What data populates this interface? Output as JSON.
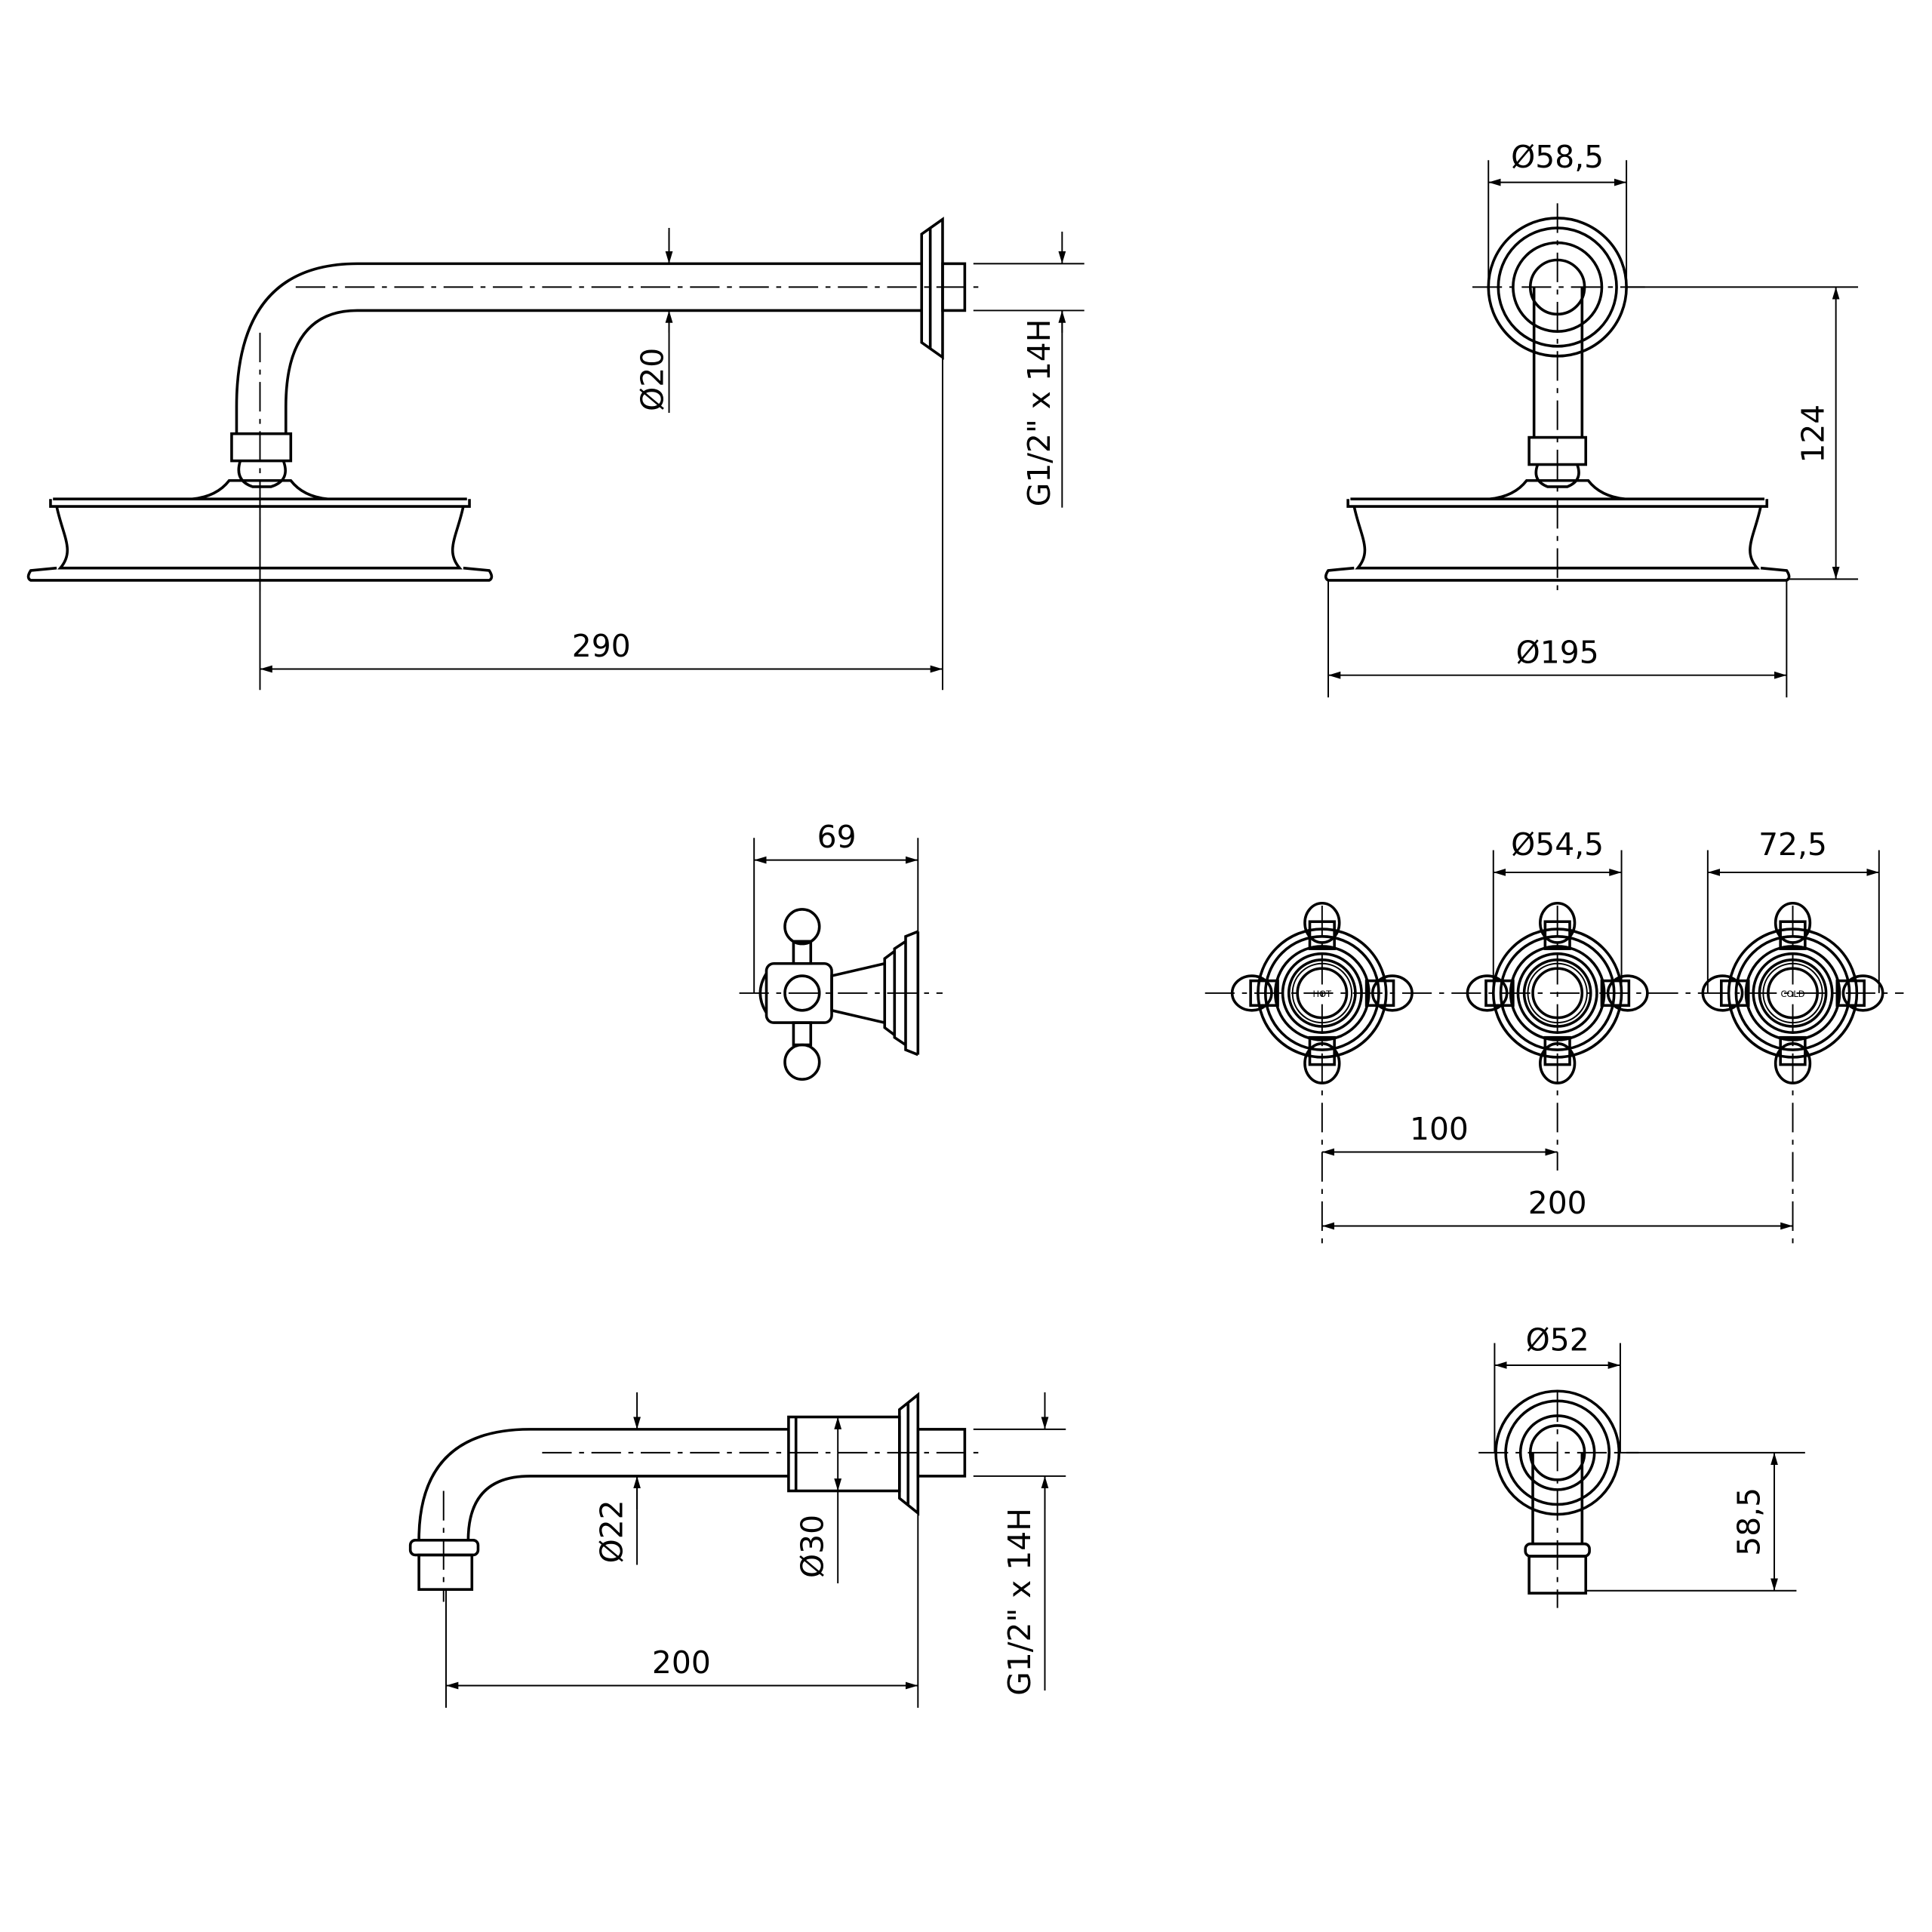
{
  "shower_arm": {
    "pipe_diameter": "Ø20",
    "thread": "G1/2\" x 14H",
    "projection": "290"
  },
  "shower_head_front": {
    "flange_diameter": "Ø58,5",
    "height": "124",
    "head_diameter": "Ø195"
  },
  "handle_side": {
    "depth": "69"
  },
  "handles_front": {
    "rose_diameter": "Ø54,5",
    "handle_span": "72,5",
    "spacing": "100",
    "total_spacing": "200",
    "hot_label": "HOT",
    "cold_label": "COLD"
  },
  "spout_side": {
    "pipe_diameter": "Ø22",
    "body_diameter": "Ø30",
    "thread": "G1/2\" x 14H",
    "projection": "200"
  },
  "spout_front": {
    "flange_diameter": "Ø52",
    "height": "58,5"
  }
}
